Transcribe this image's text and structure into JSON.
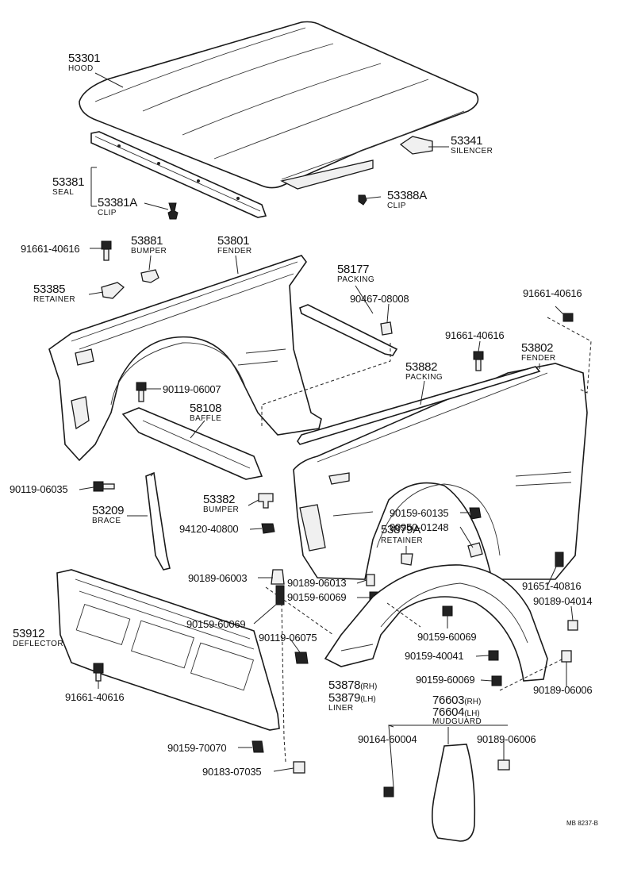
{
  "parts": {
    "hood": {
      "number": "53301",
      "name": "HOOD"
    },
    "silencer": {
      "number": "53341",
      "name": "SILENCER"
    },
    "seal": {
      "number": "53381",
      "name": "SEAL"
    },
    "seal_clip": {
      "number": "53381A",
      "name": "CLIP"
    },
    "hood_clip": {
      "number": "53388A",
      "name": "CLIP"
    },
    "bolt_91661_a": {
      "number": "91661-40616"
    },
    "bumper_53881": {
      "number": "53881",
      "name": "BUMPER"
    },
    "fender_left": {
      "number": "53801",
      "name": "FENDER"
    },
    "retainer_53385": {
      "number": "53385",
      "name": "RETAINER"
    },
    "packing_58177": {
      "number": "58177",
      "name": "PACKING"
    },
    "clip_90467": {
      "number": "90467-08008"
    },
    "bolt_91661_b": {
      "number": "91661-40616"
    },
    "bolt_91661_c": {
      "number": "91661-40616"
    },
    "fender_right": {
      "number": "53802",
      "name": "FENDER"
    },
    "packing_53882": {
      "number": "53882",
      "name": "PACKING"
    },
    "bolt_90119_06007": {
      "number": "90119-06007"
    },
    "baffle": {
      "number": "58108",
      "name": "BAFFLE"
    },
    "bolt_90119_06035": {
      "number": "90119-06035"
    },
    "brace": {
      "number": "53209",
      "name": "BRACE"
    },
    "bumper_53382": {
      "number": "53382",
      "name": "BUMPER"
    },
    "nut_94120": {
      "number": "94120-40800"
    },
    "screw_90159_60135": {
      "number": "90159-60135"
    },
    "clip_90950": {
      "number": "90950-01248"
    },
    "retainer_53879a": {
      "number": "53879A",
      "name": "RETAINER"
    },
    "clip_90189_06003": {
      "number": "90189-06003"
    },
    "clip_90189_06013": {
      "number": "90189-06013"
    },
    "screw_90159_60069_a": {
      "number": "90159-60069"
    },
    "bolt_91651": {
      "number": "91651-40816"
    },
    "clip_90189_04014": {
      "number": "90189-04014"
    },
    "screw_90159_60069_b": {
      "number": "90159-60069"
    },
    "screw_90159_60069_c": {
      "number": "90159-60069"
    },
    "bolt_90119_06075": {
      "number": "90119-06075"
    },
    "screw_90159_40041": {
      "number": "90159-40041"
    },
    "deflector": {
      "number": "53912",
      "name": "DEFLECTOR"
    },
    "screw_90159_60069_d": {
      "number": "90159-60069"
    },
    "clip_90189_06006_a": {
      "number": "90189-06006"
    },
    "liner": {
      "number_rh": "53878",
      "suffix_rh": "(RH)",
      "number_lh": "53879",
      "suffix_lh": "(LH)",
      "name": "LINER"
    },
    "bolt_91661_d": {
      "number": "91661-40616"
    },
    "mudguard": {
      "number_rh": "76603",
      "suffix_rh": "(RH)",
      "number_lh": "76604",
      "suffix_lh": "(LH)",
      "name": "MUDGUARD"
    },
    "screw_90164": {
      "number": "90164-60004"
    },
    "clip_90189_06006_b": {
      "number": "90189-06006"
    },
    "screw_90159_70070": {
      "number": "90159-70070"
    },
    "clip_90183": {
      "number": "90183-07035"
    }
  },
  "reference": "MB 8237-B"
}
